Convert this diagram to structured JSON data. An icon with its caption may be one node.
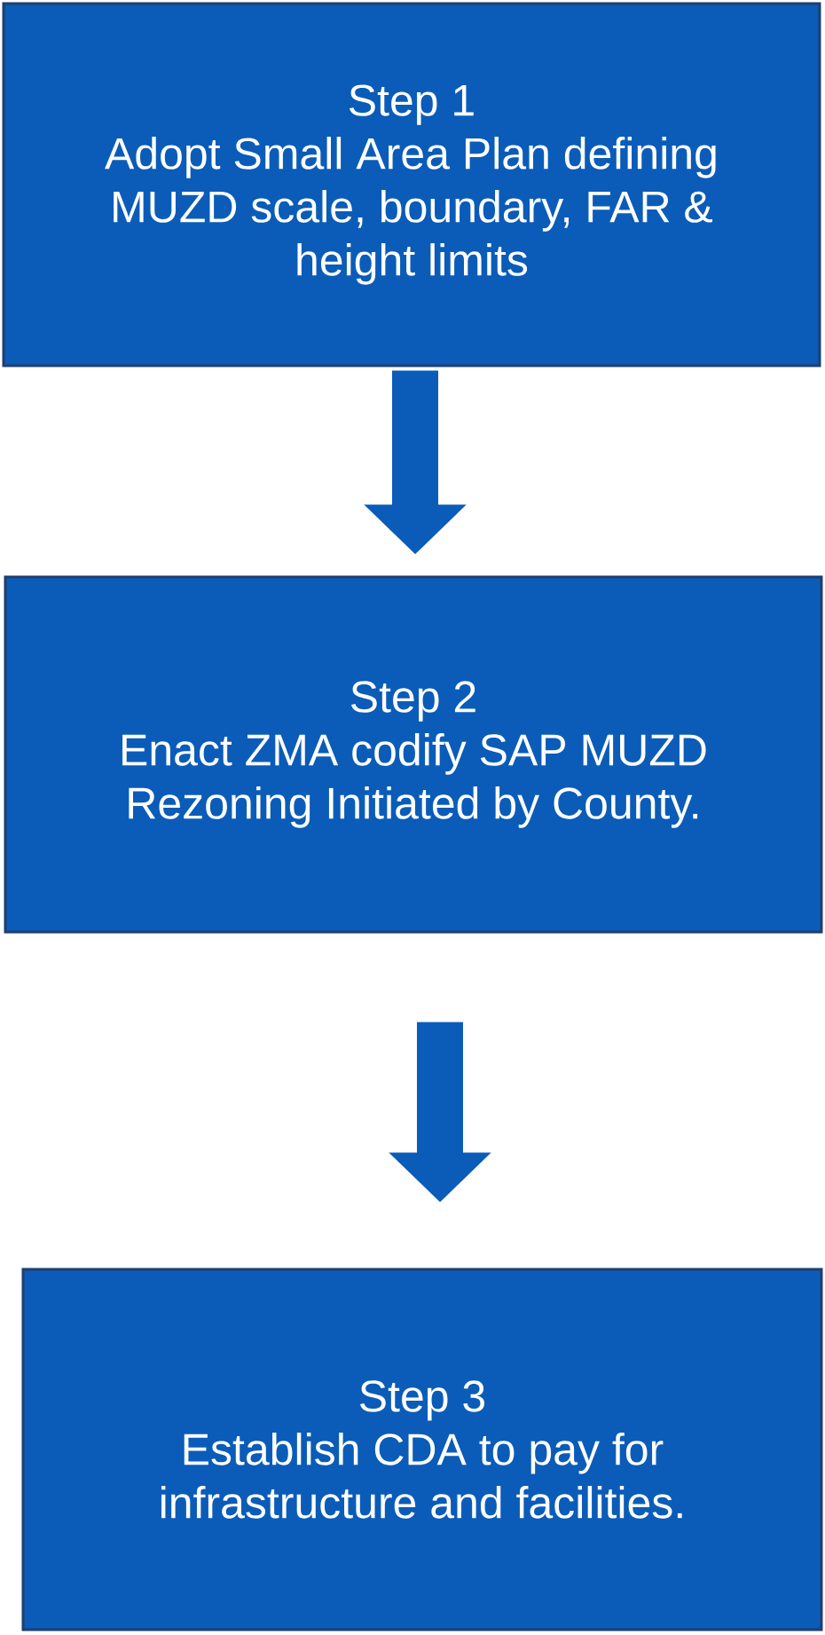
{
  "diagram": {
    "nodes": [
      {
        "text": [
          "Step 1",
          "Adopt Small Area Plan defining MUZD scale, boundary, FAR & height limits"
        ]
      },
      {
        "text": [
          "Step 2",
          "Enact ZMA codify SAP MUZD Rezoning Initiated by County."
        ]
      },
      {
        "text": [
          "Step 3",
          "Establish CDA to pay for infrastructure and facilities."
        ]
      }
    ],
    "edges": [
      {
        "from": 0,
        "to": 1,
        "arrow": "to"
      },
      {
        "from": 1,
        "to": 2,
        "arrow": "to"
      }
    ]
  }
}
